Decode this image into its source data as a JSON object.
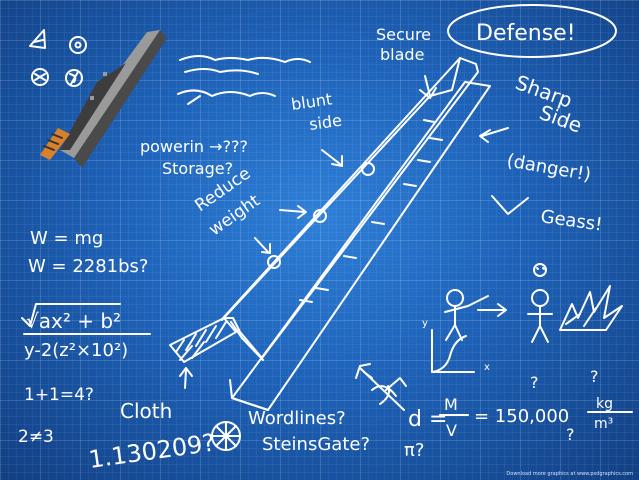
{
  "labels": {
    "defense": "Defense!",
    "secure_blade": [
      "Secure",
      "blade"
    ],
    "blunt_side": [
      "blunt",
      "side"
    ],
    "sharp_side": [
      "Sharp",
      "Side",
      "(danger!)"
    ],
    "geass": "Geass!",
    "powerin": "powerin →???",
    "storage": "Storage?",
    "reduce_weight": [
      "Reduce",
      "weight"
    ],
    "w_mg": "W = mg",
    "w_lbs": "W = 2281bs?",
    "sqrt_expr": "√ax² + b²",
    "denominator": "y-2(z²×10²)",
    "one_plus_one": "1+1=4?",
    "two_neq_three": "2≠3",
    "cloth": "Cloth",
    "number": "1.130209?",
    "worldlines": "Wordlines?",
    "steinsgate": "SteinsGate?",
    "pi": "π?",
    "density_lhs": "d =",
    "density_m": "M",
    "density_v": "V",
    "density_value": "= 150,000",
    "density_units_top": "kg",
    "density_units_bottom": "m³",
    "q1": "?",
    "q2": "?",
    "q3": "?",
    "axis_y": "y",
    "axis_x": "x",
    "credit": "Download more graphics at www.psdgraphics.com"
  },
  "colors": {
    "background": "#1e62b8",
    "ink": "#ffffff",
    "blade_gray": "#9a9a9a",
    "blade_dark": "#4a4a4a",
    "handle_orange": "#d9802a"
  }
}
